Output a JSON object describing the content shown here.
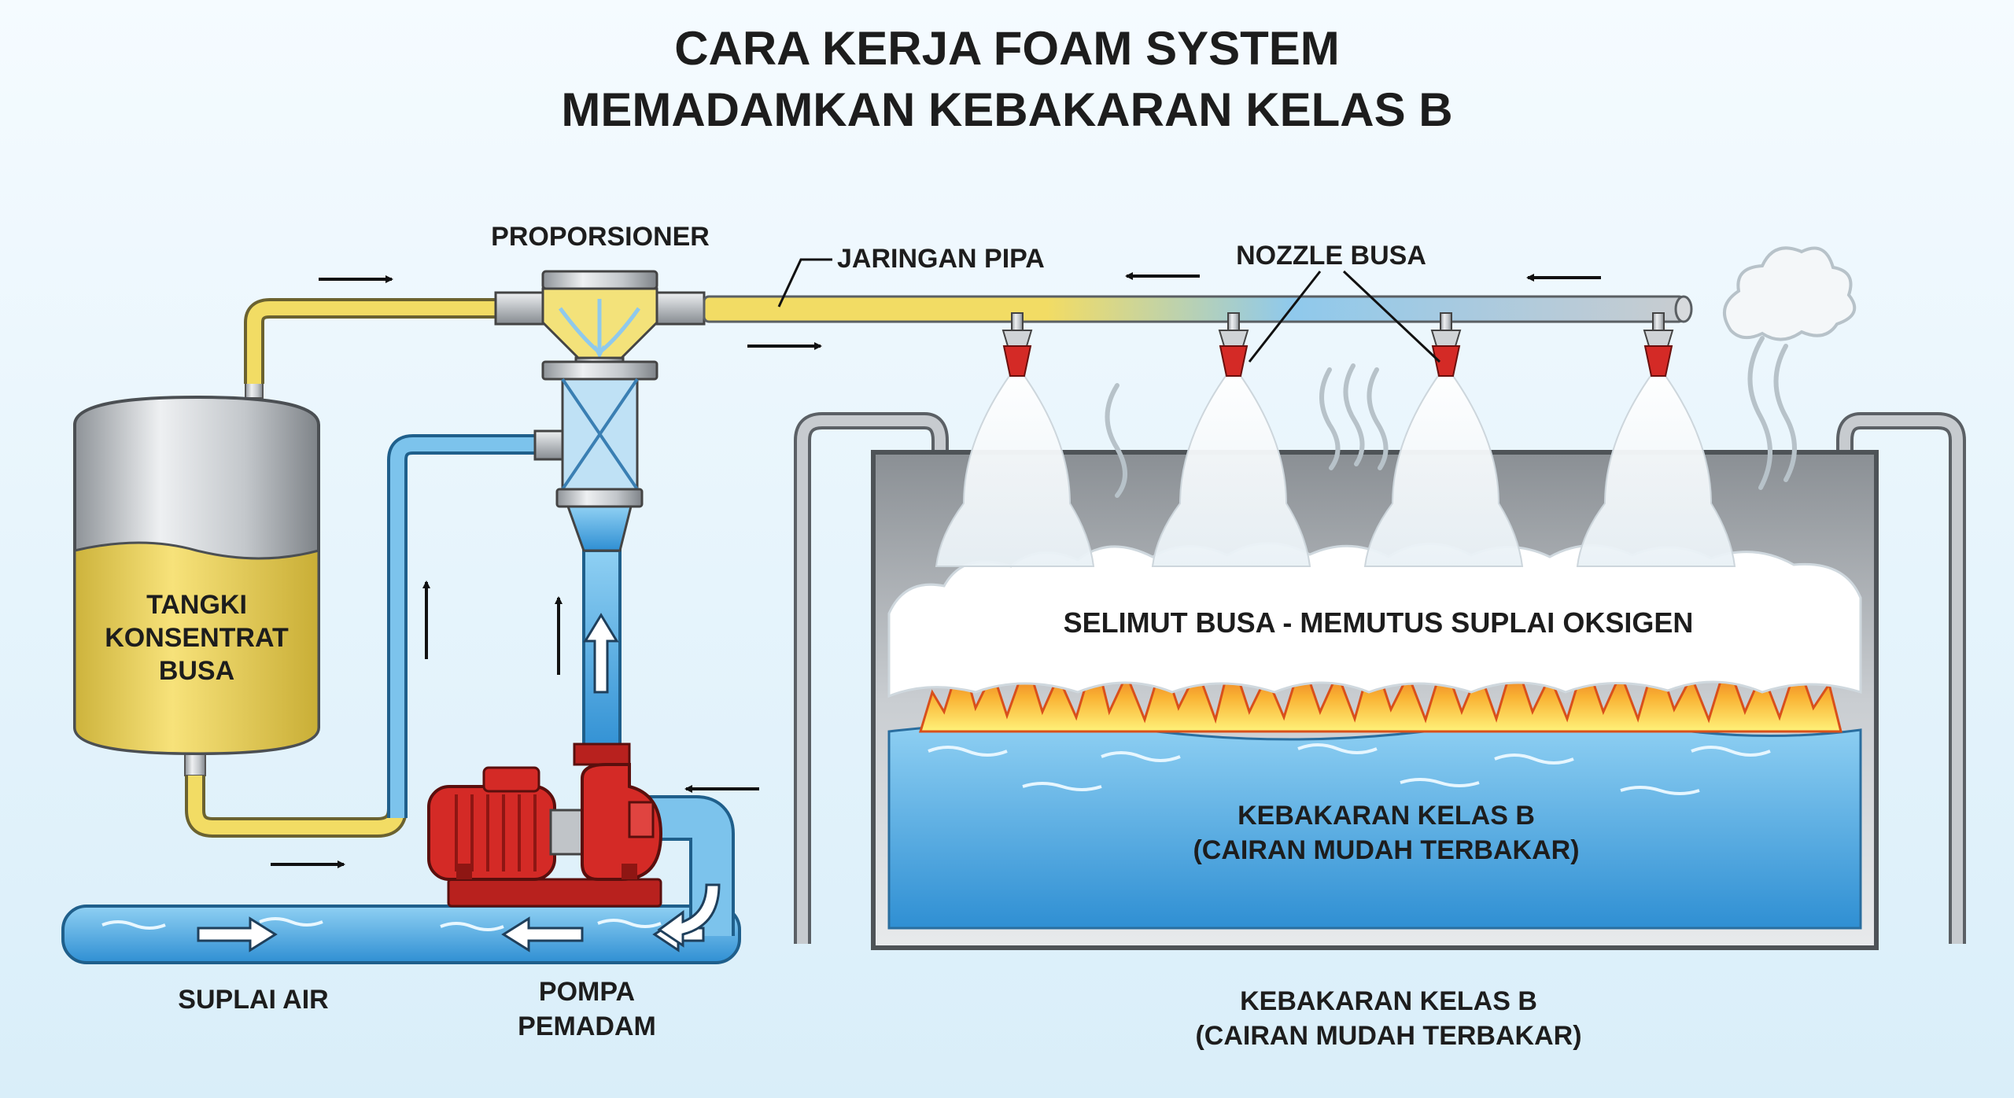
{
  "title": {
    "line1": "CARA KERJA  FOAM SYSTEM",
    "line2": "MEMADAMKAN KEBAKARAN KELAS B"
  },
  "labels": {
    "proportioner": "PROPORSIONER",
    "pipe_network": "JARINGAN PIPA",
    "foam_nozzle": "NOZZLE BUSA",
    "tank": [
      "TANGKI",
      "KONSENTRAT",
      "BUSA"
    ],
    "foam_blanket": "SELIMUT BUSA - MEMUTUS SUPLAI OKSIGEN",
    "fire_inner": [
      "KEBAKARAN KELAS B",
      "(CAIRAN MUDAH TERBAKAR)"
    ],
    "water_supply": "SUPLAI AIR",
    "pump": [
      "POMPA",
      "PEMADAM"
    ],
    "fire_bottom": [
      "KEBAKARAN KELAS B",
      "(CAIRAN MUDAH TERBAKAR)"
    ]
  },
  "colors": {
    "background": "#e6f3fb",
    "concentrate": "#f2dc64",
    "water": "#6fb6e6",
    "pump_red": "#d42a26",
    "pipe_steel": "#c2c6ca",
    "foam": "#ffffff",
    "flame": "#f7931e"
  },
  "icons": [
    "flow-arrow-icon",
    "nozzle-icon",
    "flame-icon",
    "steam-icon",
    "pump-icon",
    "tank-icon"
  ]
}
